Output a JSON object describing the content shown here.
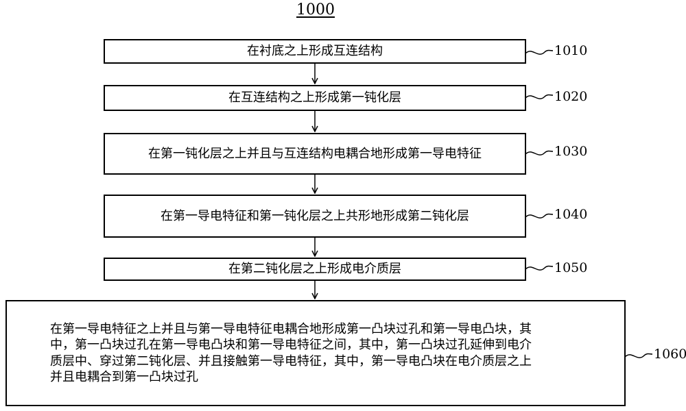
{
  "title": "1000",
  "steps": [
    {
      "ref": "1010",
      "text": "在衬底之上形成互连结构"
    },
    {
      "ref": "1020",
      "text": "在互连结构之上形成第一钝化层"
    },
    {
      "ref": "1030",
      "text": "在第一钝化层之上并且与互连结构电耦合地形成第一导电特征"
    },
    {
      "ref": "1040",
      "text": "在第一导电特征和第一钝化层之上共形地形成第二钝化层"
    },
    {
      "ref": "1050",
      "text": "在第二钝化层之上形成电介质层"
    },
    {
      "ref": "1060",
      "lines": [
        "在第一导电特征之上并且与第一导电特征电耦合地形成第一凸块过孔和第一导电凸块，其",
        "中，第一凸块过孔在第一导电凸块和第一导电特征之间，其中，第一凸块过孔延伸到电介",
        "质层中、穿过第二钝化层、并且接触第一导电特征，其中，第一导电凸块在电介质层之上",
        "并且电耦合到第一凸块过孔"
      ]
    }
  ]
}
